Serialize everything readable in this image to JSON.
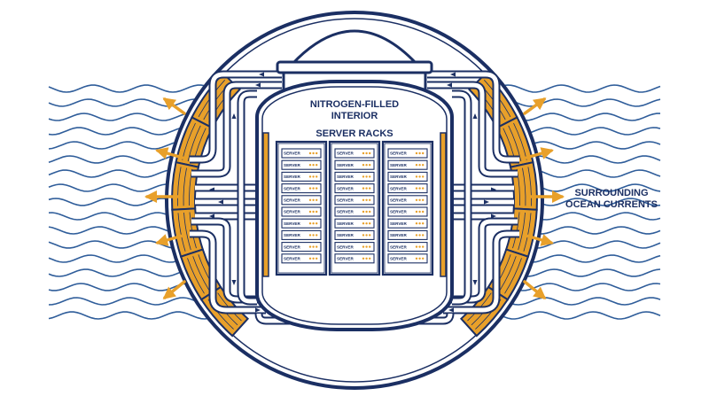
{
  "labels": {
    "interior_line1": "NITROGEN-FILLED",
    "interior_line2": "INTERIOR",
    "racks": "SERVER RACKS",
    "ocean_line1": "SURROUNDING",
    "ocean_line2": "OCEAN CURRENTS"
  },
  "server_label": "SERVER",
  "colors": {
    "navy": "#1b2f63",
    "wave": "#2f5d9a",
    "heat": "#e8a02a",
    "pipe_fill": "#ffffff"
  }
}
